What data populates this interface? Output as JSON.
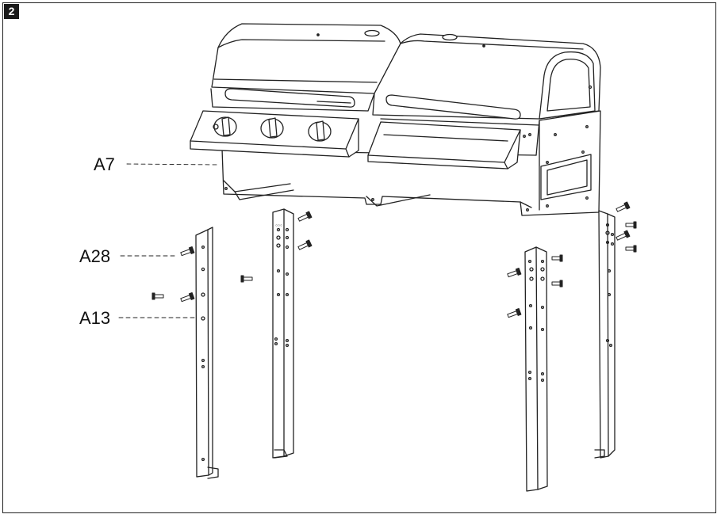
{
  "step": {
    "number": "2"
  },
  "callouts": {
    "grill": "A7",
    "bolt": "A28",
    "leg": "A13"
  },
  "colors": {
    "line": "#222222",
    "badge": "#1a1a1a",
    "background": "#ffffff"
  }
}
